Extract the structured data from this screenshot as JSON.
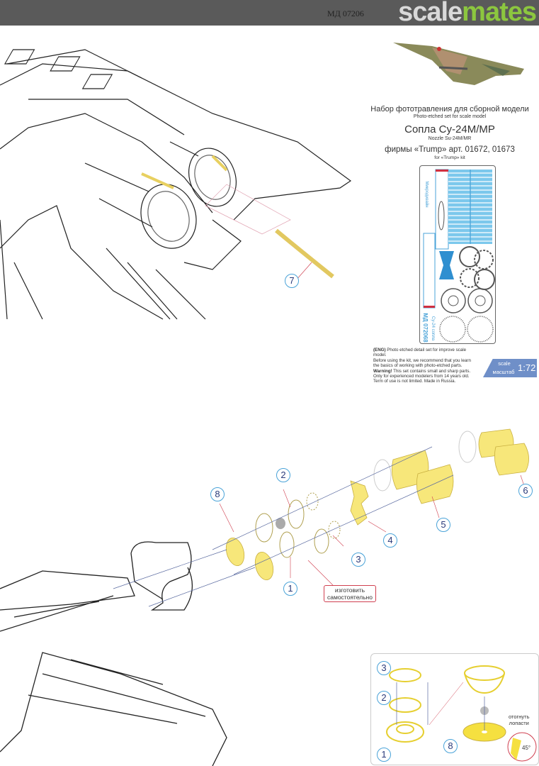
{
  "header": {
    "sheet_code": "МД 07206",
    "logo_part1": "scale",
    "logo_part2": "mates"
  },
  "title": {
    "ru_line": "Набор фототравления для сборной модели",
    "en_line": "Photo-etched set for scale model",
    "product_ru": "Сопла Су-24М/МР",
    "product_en": "Nozzle Su-24M/MR",
    "kit_ru": "фирмы «Trump» арт.  01672, 01673",
    "kit_en": "for «Trump» kit"
  },
  "fret": {
    "brand": "Микродизайн",
    "name": "Су-24 сопла",
    "code": "МД 072068"
  },
  "notice": {
    "line1_bold": "(ENG)",
    "line1": " Photo etched detail set for improve scale model.",
    "line2": "Before using the kit, we recommend that you learn",
    "line3": "the basics of working with photo-etched parts.",
    "line4_bold": "Warning!",
    "line4": " This set contains small and sharp parts.",
    "line5": "Only for experienced modelers from 14 years old.",
    "line6": "Term of use is not limited. Made in Russia."
  },
  "scale": {
    "en": "scale",
    "ru": "масштаб",
    "value": "1:72"
  },
  "callouts": {
    "p1": "1",
    "p2": "2",
    "p3": "3",
    "p4": "4",
    "p5": "5",
    "p6": "6",
    "p7": "7",
    "p8": "8"
  },
  "self_make": {
    "line1": "изготовить",
    "line2": "самостоятельно"
  },
  "inset": {
    "p1": "1",
    "p2": "2",
    "p3": "3",
    "p8": "8",
    "bend_line1": "отогнуть",
    "bend_line2": "лопасти",
    "angle": "45°"
  },
  "colors": {
    "part_yellow": "#f7e77a",
    "callout_blue": "#4aa3d8",
    "scale_badge": "#6f8fc8",
    "logo_green": "#8cc63f"
  }
}
